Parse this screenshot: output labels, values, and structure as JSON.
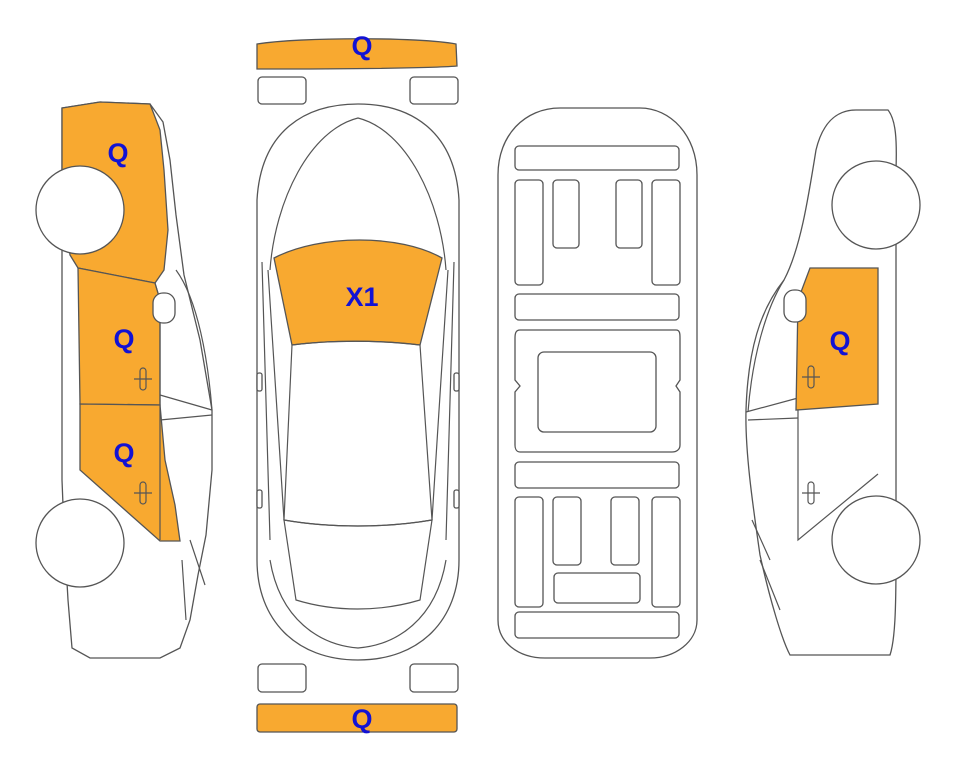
{
  "colors": {
    "damaged_fill": "#F8A930",
    "label_text": "#1212D4",
    "outline": "#555555",
    "background": "#FFFFFF"
  },
  "labels": {
    "front_bumper": "Q",
    "rear_bumper": "Q",
    "windshield": "X1",
    "left_front_fender": "Q",
    "left_front_door": "Q",
    "left_rear_door": "Q",
    "right_door": "Q"
  },
  "views": [
    "left-side",
    "top",
    "underbody",
    "right-side"
  ]
}
